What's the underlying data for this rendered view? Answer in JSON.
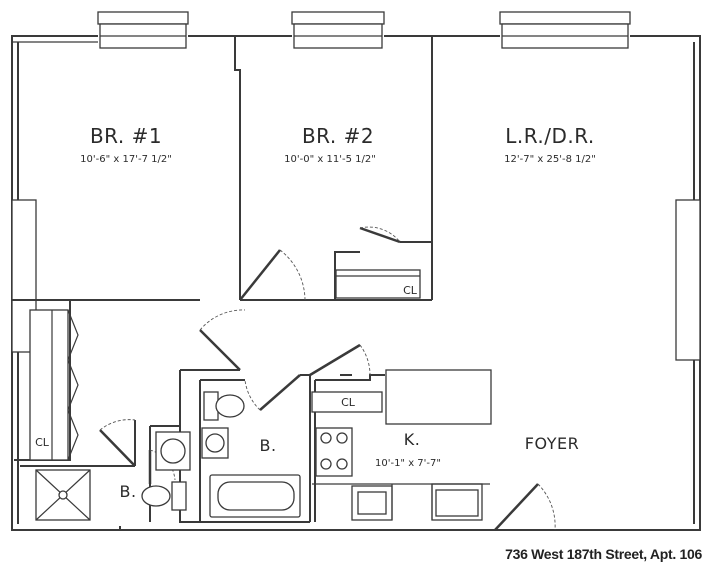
{
  "rooms": {
    "br1": {
      "name": "BR. #1",
      "dims": "10'-6\" x 17'-7 1/2\""
    },
    "br2": {
      "name": "BR. #2",
      "dims": "10'-0\" x 11'-5 1/2\""
    },
    "lrdr": {
      "name": "L.R./D.R.",
      "dims": "12'-7\" x 25'-8 1/2\""
    },
    "kitchen": {
      "name": "K.",
      "dims": "10'-1\" x 7'-7\""
    },
    "foyer": {
      "name": "FOYER"
    },
    "bath_main": {
      "name": "B."
    },
    "bath_small": {
      "name": "B."
    }
  },
  "closets": {
    "br2": "CL",
    "kitchen": "CL",
    "br1": "CL"
  },
  "address": "736 West 187th Street, Apt. 106"
}
